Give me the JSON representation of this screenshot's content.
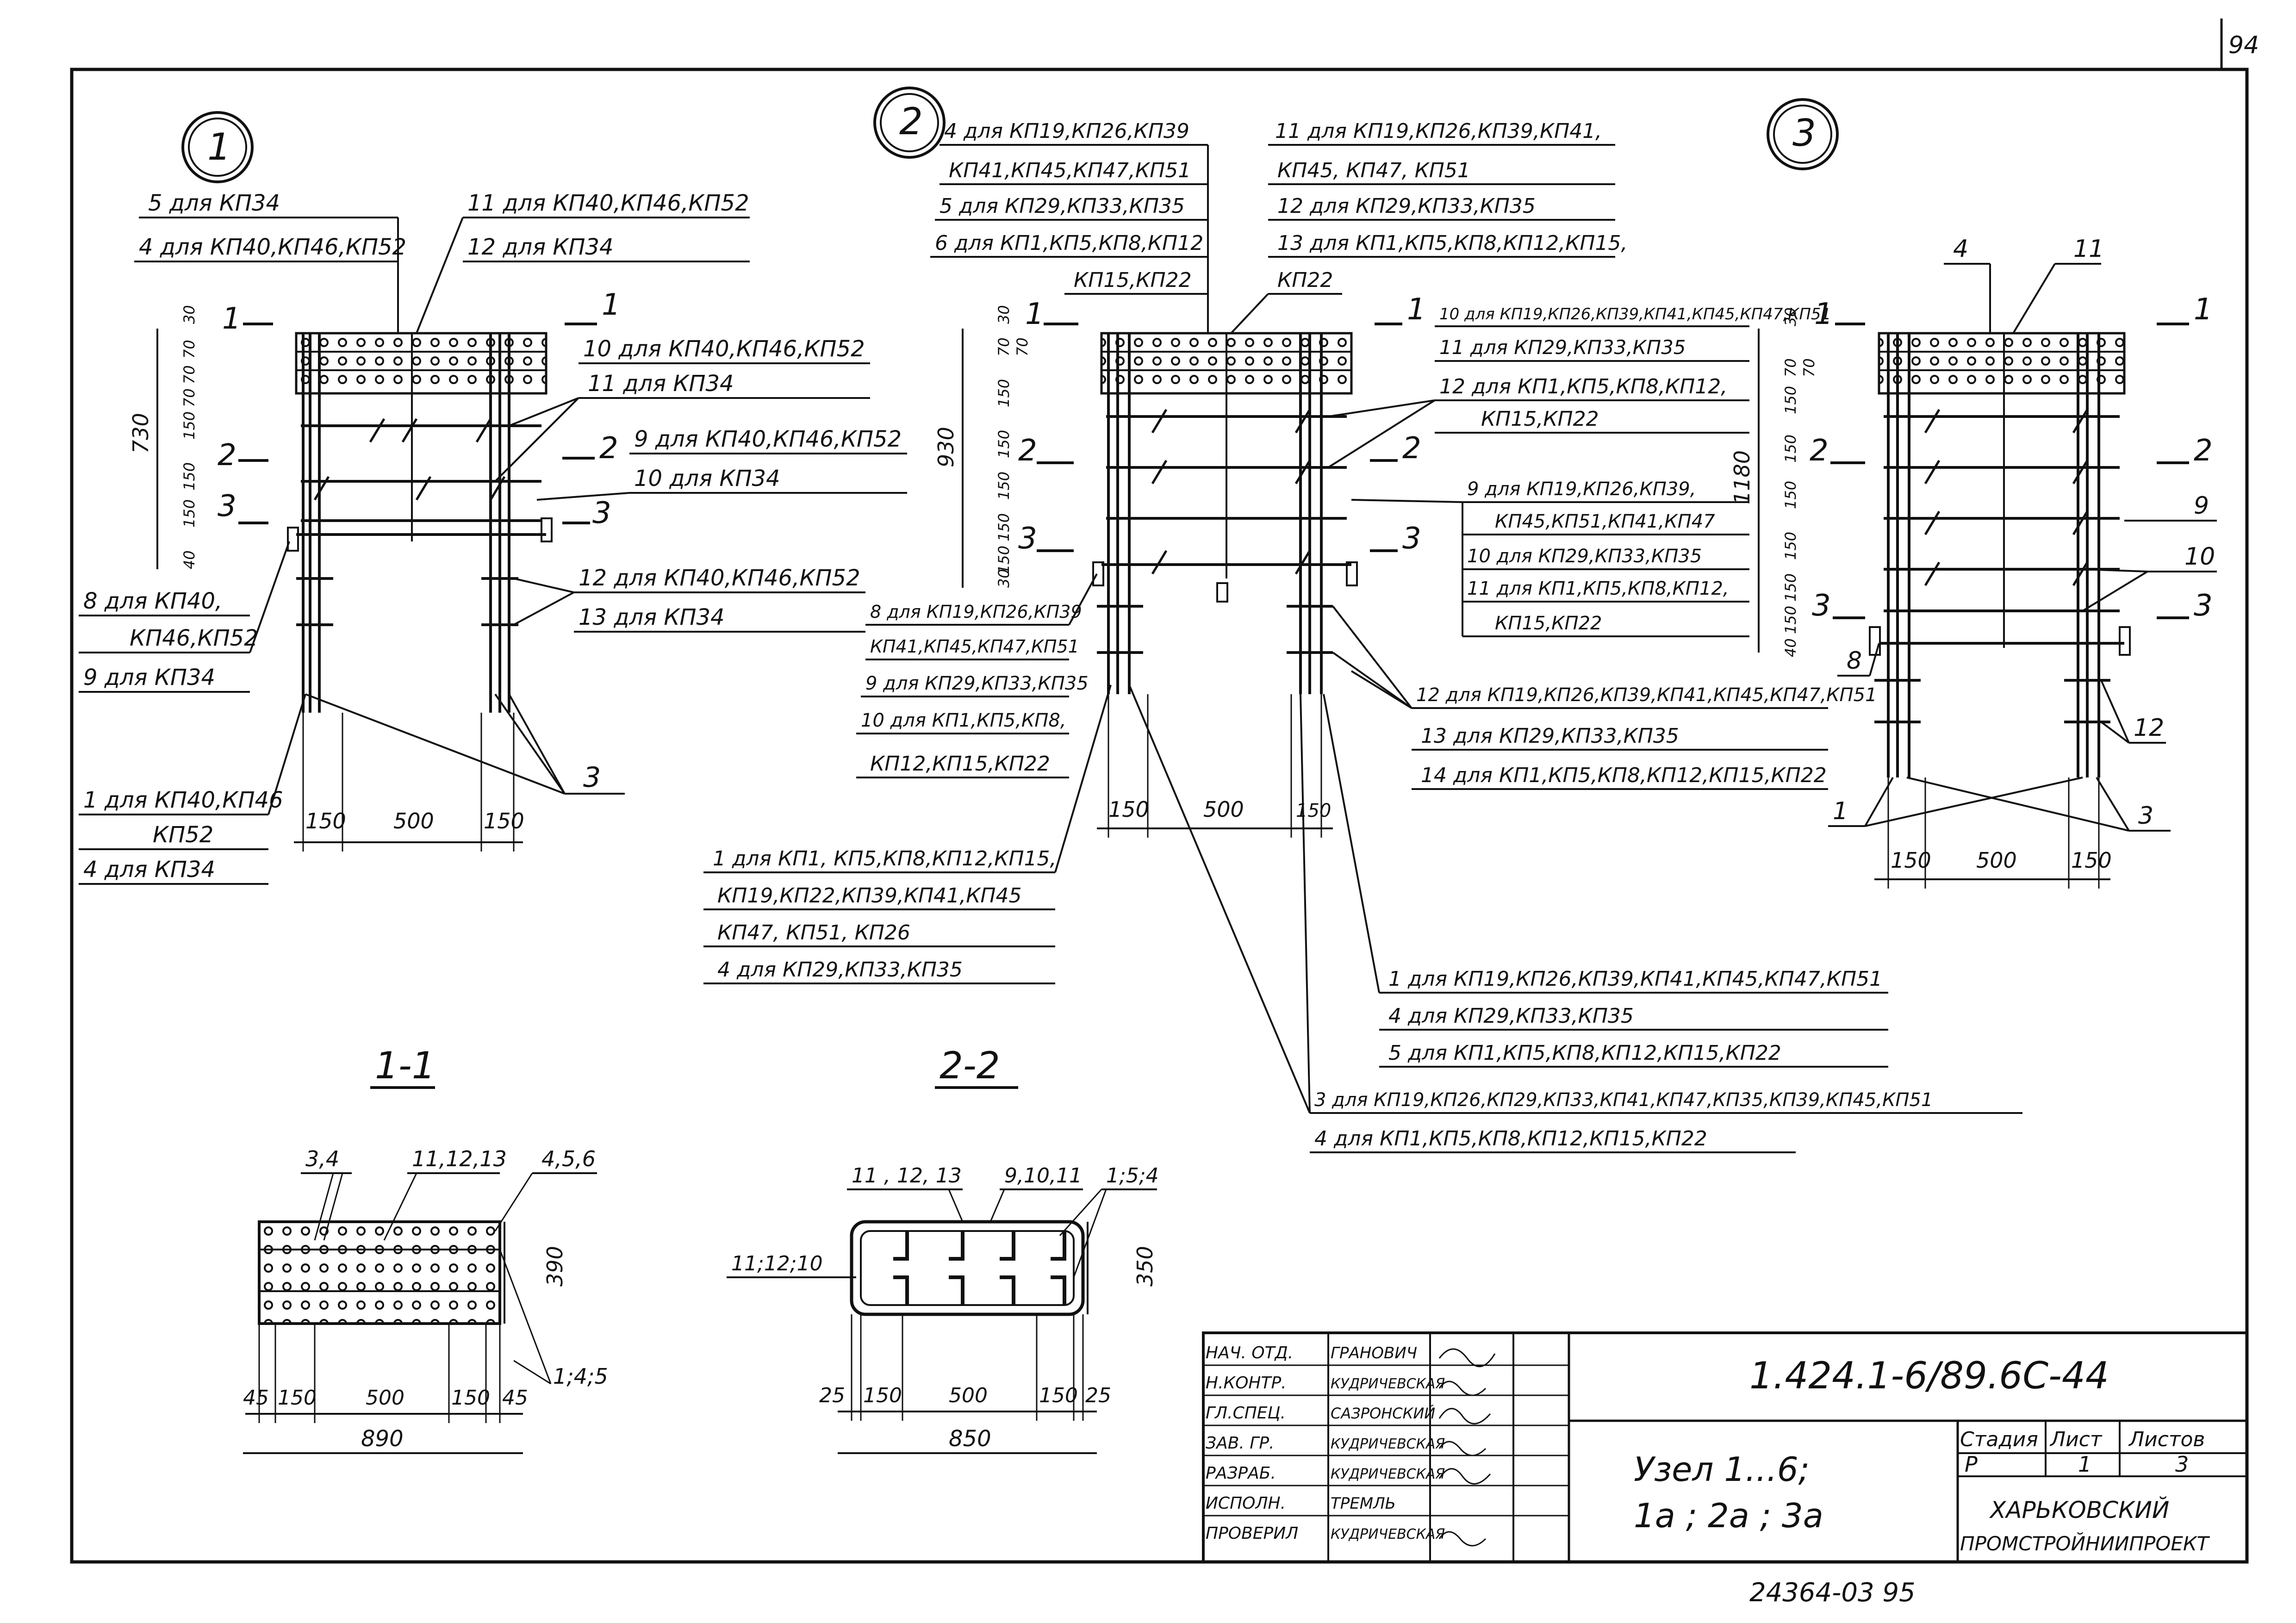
{
  "page_number": "94",
  "archive_number": "24364-03  95",
  "nodes": [
    {
      "number": "1",
      "above_labels": [
        "5  для  КП34",
        "4  для КП40,КП46,КП52"
      ],
      "above_right_labels": [
        "11  для  КП40,КП46,КП52",
        "12  для  КП34"
      ],
      "right_labels_a": [
        "10  для  КП40,КП46,КП52",
        "11  для  КП34"
      ],
      "right_labels_b": [
        "9  для  КП40,КП46,КП52",
        "10  для  КП34"
      ],
      "right_labels_c": [
        "12  для  КП40,КП46,КП52",
        "13  для  КП34"
      ],
      "left_labels_a": [
        "8 для  КП40,",
        "КП46,КП52",
        "9  для  КП34"
      ],
      "left_labels_b": [
        "1  для  КП40,КП46",
        "КП52",
        "4  для  КП34"
      ],
      "pointer_label": "3",
      "height_dim": "730",
      "vertical_dims": [
        "30",
        "70",
        "70",
        "70",
        "150",
        "150",
        "150",
        "40"
      ],
      "bottom_dims": [
        "150",
        "500",
        "150"
      ],
      "section_marks": [
        "1",
        "1",
        "2",
        "2",
        "3",
        "3"
      ]
    },
    {
      "number": "2",
      "above_labels": [
        "4  для КП19,КП26,КП39",
        "КП41,КП45,КП47,КП51",
        "5  для КП29,КП33,КП35",
        "6  для КП1,КП5,КП8,КП12",
        "КП15,КП22"
      ],
      "above_right_labels": [
        "11  для КП19,КП26,КП39,КП41,",
        "КП45, КП47, КП51",
        "12  для КП29,КП33,КП35",
        "13  для  КП1,КП5,КП8,КП12,КП15,",
        "КП22"
      ],
      "right_labels_a": [
        "10 для КП19,КП26,КП39,КП41,КП45,КП47,КП51",
        "11  для КП29,КП33,КП35",
        "12  для КП1,КП5,КП8,КП12,",
        "КП15,КП22"
      ],
      "right_labels_b": [
        "9  для КП19,КП26,КП39,",
        "КП45,КП51,КП41,КП47",
        "10  для КП29,КП33,КП35",
        "11  для КП1,КП5,КП8,КП12,",
        "КП15,КП22"
      ],
      "right_labels_c": [
        "12  для КП19,КП26,КП39,КП41,КП45,КП47,КП51",
        "13  для КП29,КП33,КП35",
        "14  для  КП1,КП5,КП8,КП12,КП15,КП22"
      ],
      "left_labels_a": [
        "8  для КП19,КП26,КП39",
        "КП41,КП45,КП47,КП51",
        "9  для КП29,КП33,КП35",
        "10  для КП1,КП5,КП8,",
        "КП12,КП15,КП22"
      ],
      "left_labels_b": [
        "1  для  КП1, КП5,КП8,КП12,КП15,",
        "КП19,КП22,КП39,КП41,КП45",
        "КП47, КП51, КП26",
        "4  для  КП29,КП33,КП35"
      ],
      "bottom_labels_a": [
        "1  для  КП19,КП26,КП39,КП41,КП45,КП47,КП51",
        "4  для  КП29,КП33,КП35",
        "5  для  КП1,КП5,КП8,КП12,КП15,КП22"
      ],
      "bottom_labels_b": [
        "3  для  КП19,КП26,КП29,КП33,КП41,КП47,КП35,КП39,КП45,КП51",
        "4  для  КП1,КП5,КП8,КП12,КП15,КП22"
      ],
      "height_dim": "930",
      "vertical_dims": [
        "30",
        "70",
        "70",
        "150",
        "150",
        "150",
        "150",
        "150",
        "30"
      ],
      "bottom_dims": [
        "150",
        "500",
        "150"
      ],
      "section_marks": [
        "1",
        "1",
        "2",
        "2",
        "3",
        "3"
      ]
    },
    {
      "number": "3",
      "top_labels": [
        "4",
        "11"
      ],
      "right_labels": [
        "9",
        "10",
        "12"
      ],
      "left_labels": [
        "8",
        "1",
        "3"
      ],
      "height_dim": "1180",
      "vertical_dims": [
        "30",
        "70",
        "70",
        "150",
        "150",
        "150",
        "150",
        "150",
        "150",
        "40"
      ],
      "bottom_dims": [
        "150",
        "500",
        "150"
      ],
      "section_marks": [
        "1",
        "1",
        "2",
        "2",
        "3",
        "3"
      ]
    }
  ],
  "sections": [
    {
      "title": "1-1",
      "top_labels": [
        "3,4",
        "11,12,13",
        "4,5,6"
      ],
      "side_label": "1;4;5",
      "height_dim": "390",
      "bottom_dims": [
        "45",
        "150",
        "500",
        "150",
        "45"
      ],
      "total_dim": "890"
    },
    {
      "title": "2-2",
      "top_labels": [
        "11 , 12, 13",
        "9,10,11",
        "1;5;4"
      ],
      "side_label": "11;12;10",
      "height_dim": "350",
      "bottom_dims": [
        "25",
        "150",
        "500",
        "150",
        "25"
      ],
      "total_dim": "850"
    }
  ],
  "title_block": {
    "roles": [
      "НАЧ. ОТД.",
      "Н.КОНТР.",
      "ГЛ.СПЕЦ.",
      "ЗАВ. ГР.",
      "РАЗРАБ.",
      "ИСПОЛН.",
      "ПРОВЕРИЛ"
    ],
    "names": [
      "ГРАНОВИЧ",
      "КУДРИЧЕВСКАЯ",
      "САЗРОНСКИЙ",
      "КУДРИЧЕВСКАЯ",
      "КУДРИЧЕВСКАЯ",
      "ТРЕМЛЬ",
      "КУДРИЧЕВСКАЯ"
    ],
    "document_code": "1.424.1-6/89.6С-44",
    "sheet_title_1": "Узел  1...6;",
    "sheet_title_2": "1а ; 2а ; 3а",
    "stage_header": "Стадия",
    "sheet_header": "Лист",
    "sheets_header": "Листов",
    "stage": "Р",
    "sheet": "1",
    "sheets": "3",
    "organization_1": "ХАРЬКОВСКИЙ",
    "organization_2": "ПРОМСТРОЙНИИПРОЕКТ"
  }
}
